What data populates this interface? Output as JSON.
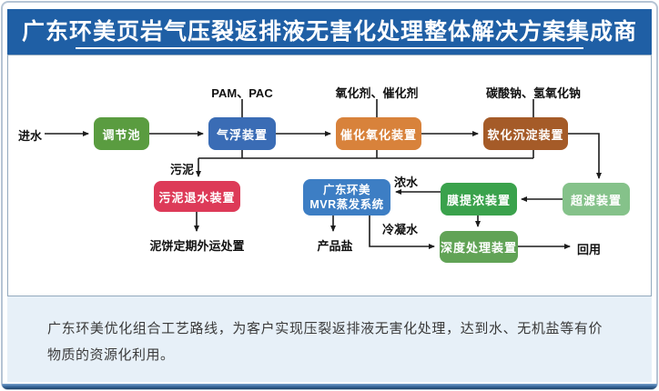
{
  "banner": {
    "title": "广东环美页岩气压裂返排液无害化处理整体解决方案集成商",
    "bg_color": "#1f5fa5"
  },
  "flow": {
    "input_label": "进水",
    "dosing": [
      {
        "text": "PAM、PAC"
      },
      {
        "text": "氧化剂、催化剂"
      },
      {
        "text": "碳酸钠、氢氧化钠"
      }
    ],
    "nodes": [
      {
        "id": "regulating-tank",
        "label": "调节池",
        "color": "#5a9c40"
      },
      {
        "id": "air-flotation",
        "label": "气浮装置",
        "color": "#3a6cb5"
      },
      {
        "id": "catalytic-oxidation",
        "label": "催化氧化装置",
        "color": "#d8823b"
      },
      {
        "id": "softening-sedimentation",
        "label": "软化沉淀装置",
        "color": "#a55b28"
      },
      {
        "id": "sludge-dewatering",
        "label": "污泥退水装置",
        "color": "#dd3a58"
      },
      {
        "id": "mvr-evaporation",
        "line1": "广东环美",
        "line2": "MVR蒸发系统",
        "color": "#3d7ec4"
      },
      {
        "id": "membrane-concentration",
        "label": "膜提浓装置",
        "color": "#3aa24c"
      },
      {
        "id": "ultrafiltration",
        "label": "超滤装置",
        "color": "#85c28a"
      },
      {
        "id": "advanced-treatment",
        "label": "深度处理装置",
        "color": "#61a356"
      }
    ],
    "stream_labels": {
      "sludge": "污泥",
      "concentrate": "浓水",
      "condensate": "冷凝水",
      "mud_cake": "泥饼定期外运处置",
      "product_salt": "产品盐",
      "reuse": "回用"
    },
    "edges": [
      {
        "from": "进水",
        "to": "调节池"
      },
      {
        "from": "调节池",
        "to": "气浮装置"
      },
      {
        "from": "PAM、PAC",
        "to": "气浮装置"
      },
      {
        "from": "气浮装置",
        "to": "催化氧化装置"
      },
      {
        "from": "氧化剂、催化剂",
        "to": "催化氧化装置"
      },
      {
        "from": "催化氧化装置",
        "to": "软化沉淀装置"
      },
      {
        "from": "碳酸钠、氢氧化钠",
        "to": "软化沉淀装置"
      },
      {
        "from": "气浮装置、催化氧化装置、软化沉淀装置",
        "to": "污泥退水装置",
        "label": "污泥"
      },
      {
        "from": "污泥退水装置",
        "to": "泥饼定期外运处置"
      },
      {
        "from": "软化沉淀装置",
        "to": "超滤装置"
      },
      {
        "from": "超滤装置",
        "to": "膜提浓装置"
      },
      {
        "from": "膜提浓装置",
        "to": "广东环美MVR蒸发系统",
        "label": "浓水"
      },
      {
        "from": "广东环美MVR蒸发系统",
        "to": "产品盐"
      },
      {
        "from": "广东环美MVR蒸发系统",
        "to": "深度处理装置",
        "label": "冷凝水"
      },
      {
        "from": "膜提浓装置",
        "to": "深度处理装置"
      },
      {
        "from": "深度处理装置",
        "to": "回用"
      }
    ]
  },
  "footer": {
    "description": "广东环美优化组合工艺路线，为客户实现压裂返排液无害化处理，达到水、无机盐等有价物质的资源化利用。",
    "bg_color": "#e7f0f8"
  },
  "colors": {
    "line": "#1c1c1c",
    "card_border": "#b5c4d4"
  }
}
